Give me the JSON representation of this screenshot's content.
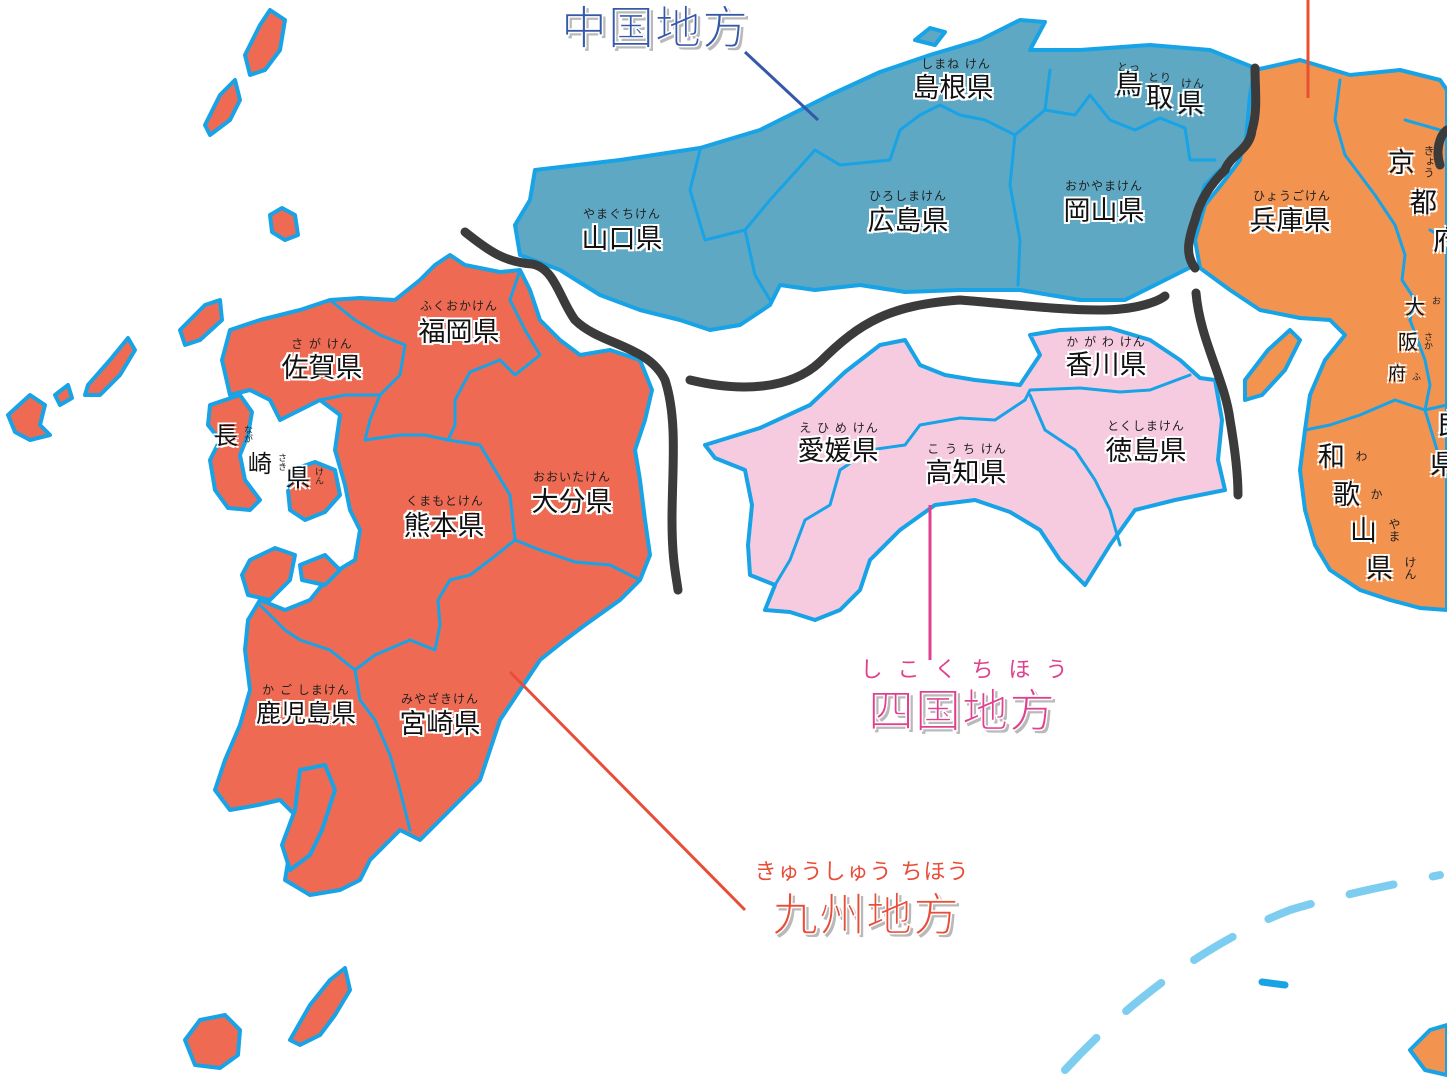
{
  "colors": {
    "kyushu": "#ef6a52",
    "chugoku": "#5ea8c3",
    "shikoku": "#f6cbe0",
    "kinki": "#f39350",
    "border": "#17a3e6",
    "divider": "#3b3b3b",
    "kyushu_text": "#e84d39",
    "chugoku_text": "#3558a8",
    "shikoku_text": "#e0418f",
    "kinki_leader": "#e8502f",
    "sea_route": "#7dcdf0"
  },
  "regions": {
    "chugoku": {
      "title": "中国地方",
      "ruby": ""
    },
    "shikoku": {
      "title": "四国地方",
      "ruby": "し こ く ち ほ う"
    },
    "kyushu": {
      "title": "九州地方",
      "ruby": "きゅうしゅう ちほう"
    }
  },
  "prefectures": {
    "shimane": {
      "name": "島根県",
      "ruby": "しまね けん"
    },
    "tottori": {
      "name_1": "鳥",
      "ruby_1": "とっ",
      "name_2": "取",
      "ruby_2": "とり",
      "name_3": "県",
      "ruby_3": "けん"
    },
    "yamaguchi": {
      "name": "山口県",
      "ruby": "やまぐちけん"
    },
    "hiroshima": {
      "name": "広島県",
      "ruby": "ひろしまけん"
    },
    "okayama": {
      "name": "岡山県",
      "ruby": "おかやまけん"
    },
    "hyogo": {
      "name": "兵庫県",
      "ruby": "ひょうごけん"
    },
    "kyoto": {
      "chars": [
        "京",
        "都",
        "府"
      ],
      "ruby": "きょう"
    },
    "osaka": {
      "chars": [
        "大",
        "阪",
        "府"
      ],
      "ruby": [
        "お",
        "さか",
        "ふ"
      ]
    },
    "wakayama": {
      "chars": [
        "和",
        "歌",
        "山",
        "県"
      ],
      "ruby": [
        "わ",
        "か",
        "やま",
        "けん"
      ]
    },
    "nara": {
      "chars": [
        "良",
        "県"
      ]
    },
    "kagawa": {
      "name": "香川県",
      "ruby": "か が わ けん"
    },
    "ehime": {
      "name": "愛媛県",
      "ruby": "え ひ め けん"
    },
    "kochi": {
      "name": "高知県",
      "ruby": "こ う ち けん"
    },
    "tokushima": {
      "name": "徳島県",
      "ruby": "とくしまけん"
    },
    "fukuoka": {
      "name": "福岡県",
      "ruby": "ふくおかけん"
    },
    "saga": {
      "name": "佐賀県",
      "ruby": "さ が けん"
    },
    "nagasaki": {
      "chars": [
        "長",
        "崎",
        "県"
      ],
      "ruby": [
        "なが",
        "さき",
        "けん"
      ]
    },
    "oita": {
      "name": "大分県",
      "ruby": "おおいたけん"
    },
    "kumamoto": {
      "name": "熊本県",
      "ruby": "くまもとけん"
    },
    "miyazaki": {
      "name": "宮崎県",
      "ruby": "みやざきけん"
    },
    "kagoshima": {
      "name": "鹿児島県",
      "ruby": "か ご しまけん"
    }
  }
}
